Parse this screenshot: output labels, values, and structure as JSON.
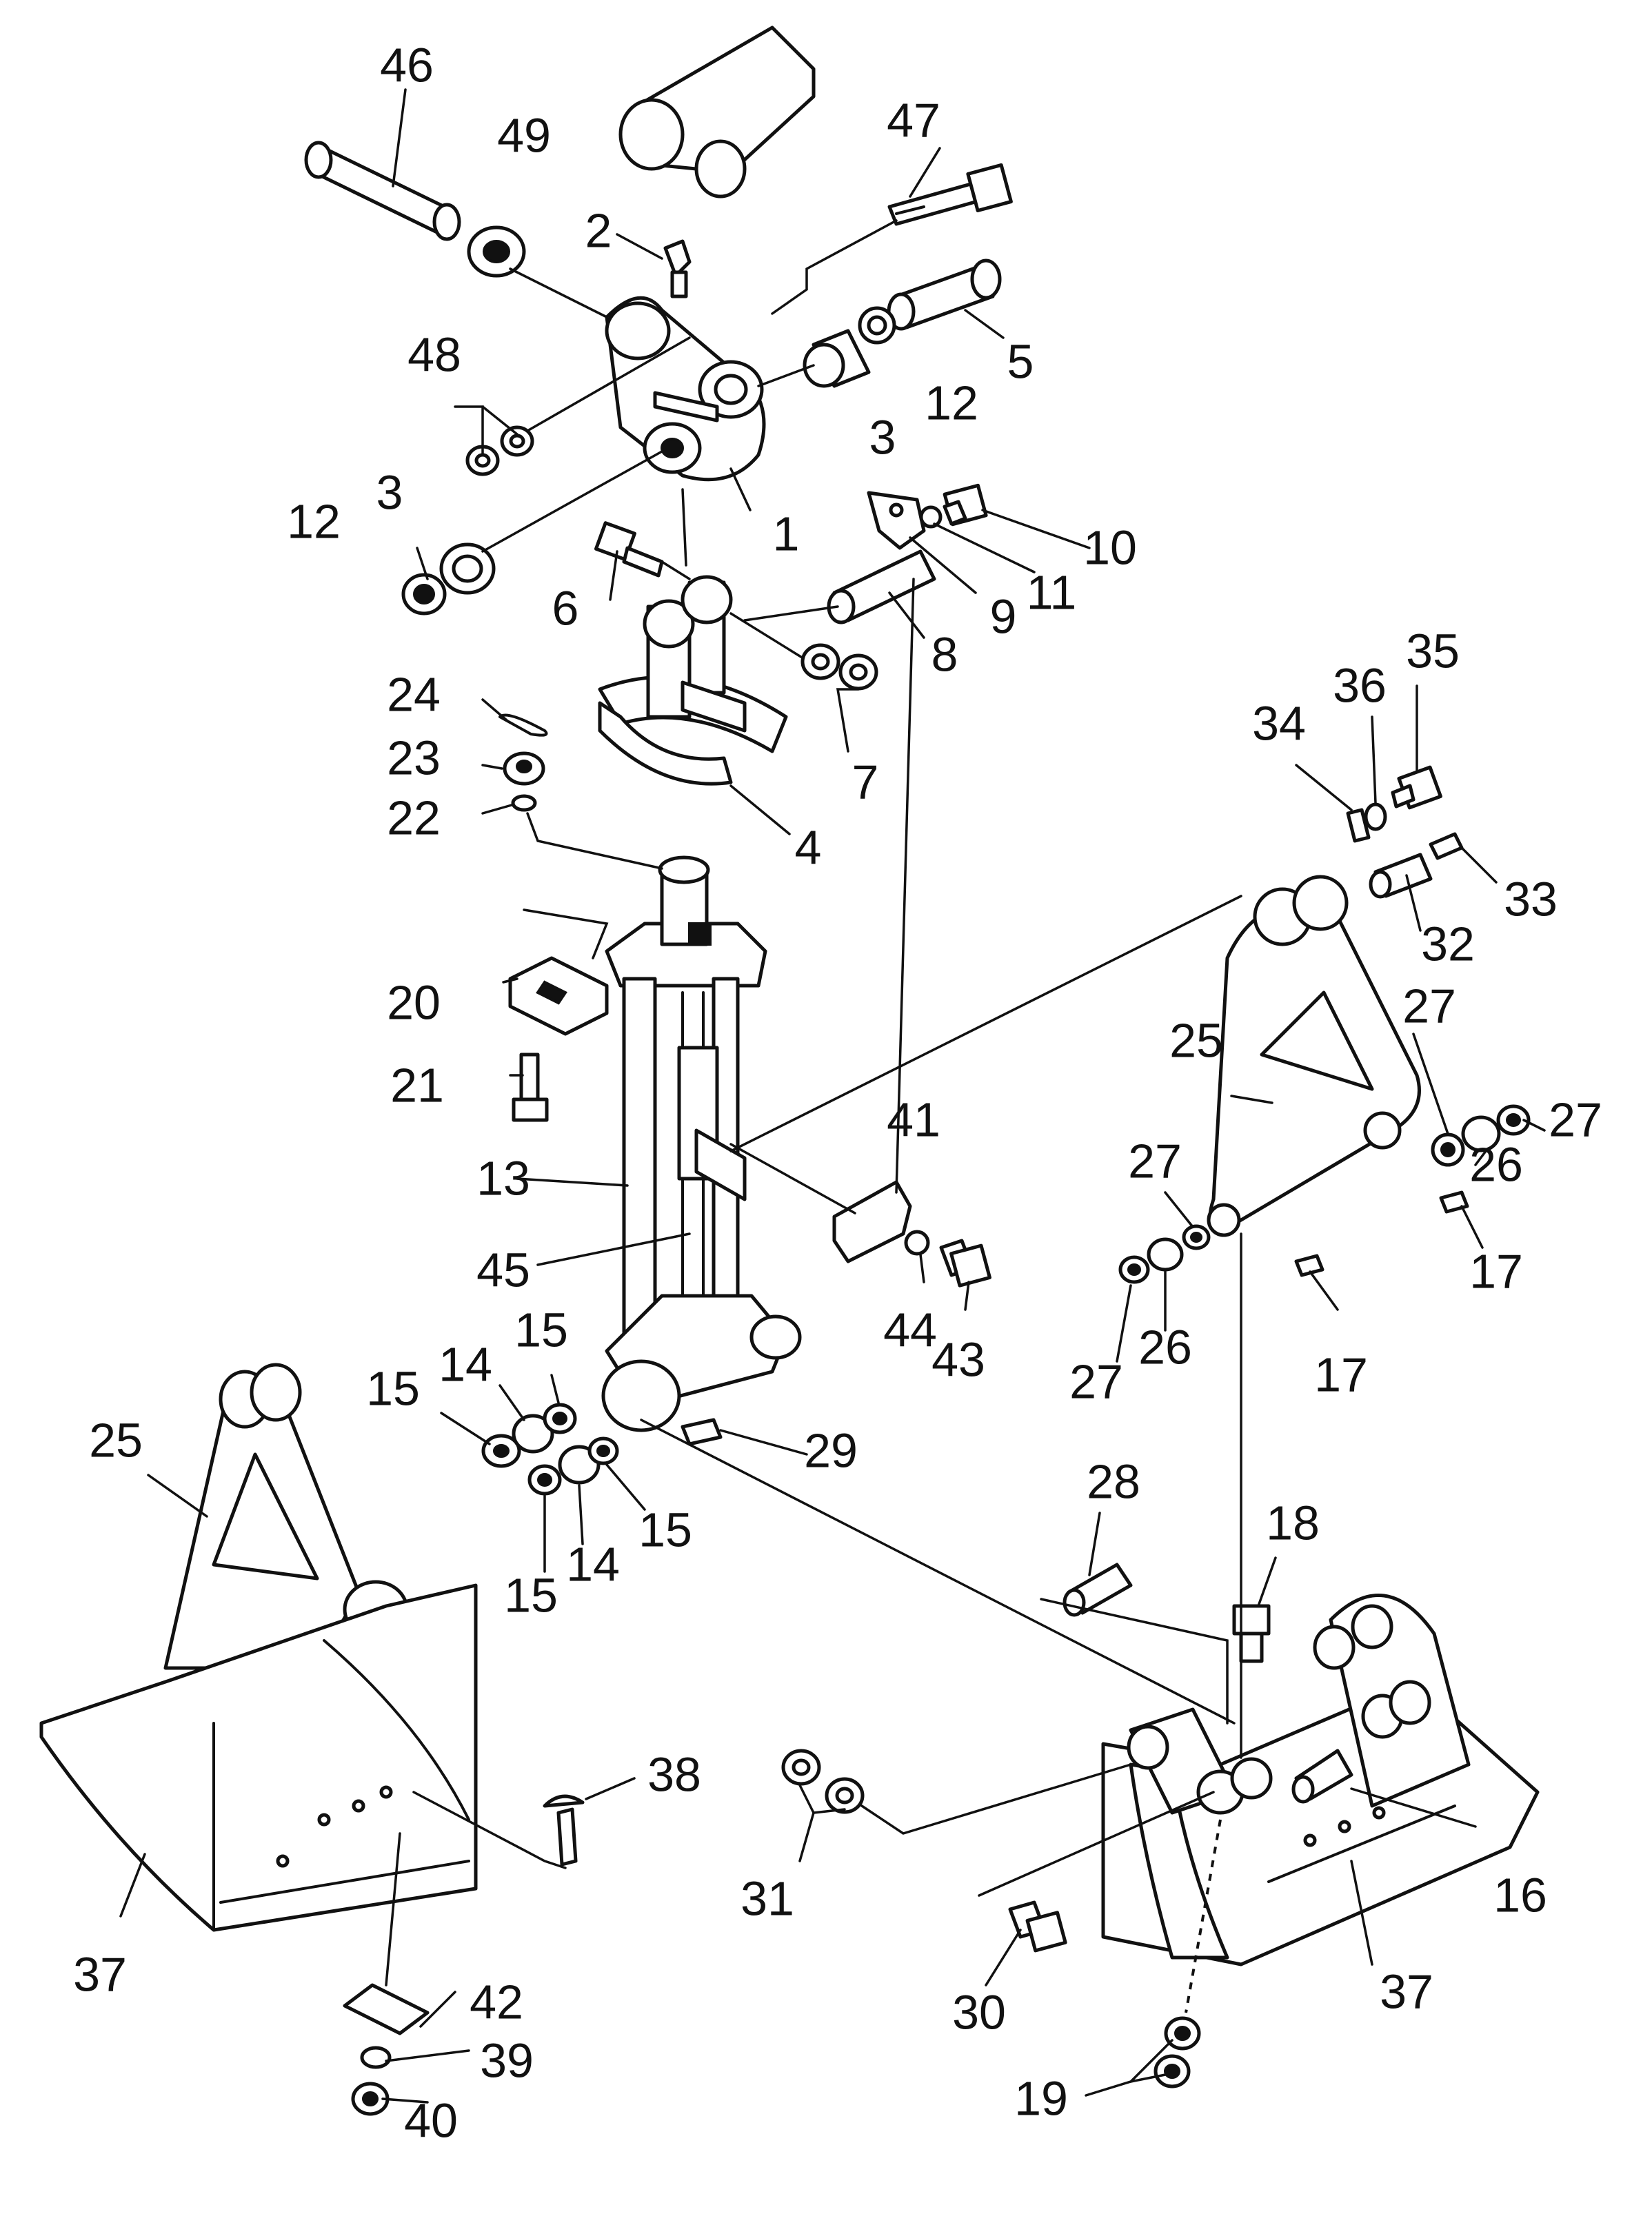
{
  "diagram": {
    "type": "exploded-parts-drawing",
    "callouts": [
      {
        "id": "c46",
        "label": "46"
      },
      {
        "id": "c49",
        "label": "49"
      },
      {
        "id": "c47",
        "label": "47"
      },
      {
        "id": "c2",
        "label": "2"
      },
      {
        "id": "c5",
        "label": "5"
      },
      {
        "id": "c48",
        "label": "48"
      },
      {
        "id": "c12a",
        "label": "12"
      },
      {
        "id": "c3a",
        "label": "3"
      },
      {
        "id": "c3b",
        "label": "3"
      },
      {
        "id": "c12b",
        "label": "12"
      },
      {
        "id": "c1",
        "label": "1"
      },
      {
        "id": "c10",
        "label": "10"
      },
      {
        "id": "c6",
        "label": "6"
      },
      {
        "id": "c9",
        "label": "9"
      },
      {
        "id": "c11",
        "label": "11"
      },
      {
        "id": "c8",
        "label": "8"
      },
      {
        "id": "c24",
        "label": "24"
      },
      {
        "id": "c23",
        "label": "23"
      },
      {
        "id": "c22",
        "label": "22"
      },
      {
        "id": "c7",
        "label": "7"
      },
      {
        "id": "c4",
        "label": "4"
      },
      {
        "id": "c35",
        "label": "35"
      },
      {
        "id": "c36",
        "label": "36"
      },
      {
        "id": "c34",
        "label": "34"
      },
      {
        "id": "c33",
        "label": "33"
      },
      {
        "id": "c32",
        "label": "32"
      },
      {
        "id": "c20",
        "label": "20"
      },
      {
        "id": "c21",
        "label": "21"
      },
      {
        "id": "c25a",
        "label": "25"
      },
      {
        "id": "c27a",
        "label": "27"
      },
      {
        "id": "c27b",
        "label": "27"
      },
      {
        "id": "c26a",
        "label": "26"
      },
      {
        "id": "c41",
        "label": "41"
      },
      {
        "id": "c13",
        "label": "13"
      },
      {
        "id": "c27c",
        "label": "27"
      },
      {
        "id": "c17a",
        "label": "17"
      },
      {
        "id": "c45",
        "label": "45"
      },
      {
        "id": "c44",
        "label": "44"
      },
      {
        "id": "c43",
        "label": "43"
      },
      {
        "id": "c26b",
        "label": "26"
      },
      {
        "id": "c27d",
        "label": "27"
      },
      {
        "id": "c17b",
        "label": "17"
      },
      {
        "id": "c15a",
        "label": "15"
      },
      {
        "id": "c14a",
        "label": "14"
      },
      {
        "id": "c15b",
        "label": "15"
      },
      {
        "id": "c25b",
        "label": "25"
      },
      {
        "id": "c29",
        "label": "29"
      },
      {
        "id": "c15c",
        "label": "15"
      },
      {
        "id": "c14b",
        "label": "14"
      },
      {
        "id": "c15d",
        "label": "15"
      },
      {
        "id": "c28",
        "label": "28"
      },
      {
        "id": "c18",
        "label": "18"
      },
      {
        "id": "c38",
        "label": "38"
      },
      {
        "id": "c31",
        "label": "31"
      },
      {
        "id": "c16",
        "label": "16"
      },
      {
        "id": "c37a",
        "label": "37"
      },
      {
        "id": "c42",
        "label": "42"
      },
      {
        "id": "c30",
        "label": "30"
      },
      {
        "id": "c37b",
        "label": "37"
      },
      {
        "id": "c39",
        "label": "39"
      },
      {
        "id": "c19",
        "label": "19"
      },
      {
        "id": "c40",
        "label": "40"
      }
    ]
  }
}
